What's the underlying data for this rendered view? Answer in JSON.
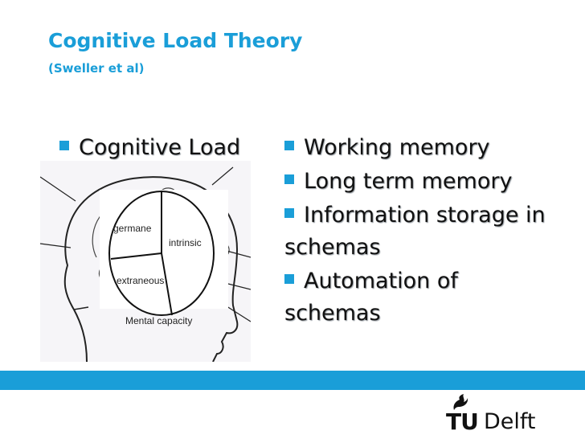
{
  "slide": {
    "title": "Cognitive Load Theory",
    "subtitle": "(Sweller et al)"
  },
  "left_column": {
    "bullet": "Cognitive Load"
  },
  "figure": {
    "segments": {
      "germane": "germane",
      "intrinsic": "intrinsic",
      "extraneous": "extraneous"
    },
    "caption": "Mental capacity"
  },
  "right_column": {
    "items": [
      "Working memory",
      "Long term memory",
      "Information storage in schemas",
      "Automation of schemas"
    ]
  },
  "logo": {
    "tu": "TU",
    "delft": "Delft"
  },
  "colors": {
    "accent": "#1a9ed8",
    "text": "#111111"
  }
}
